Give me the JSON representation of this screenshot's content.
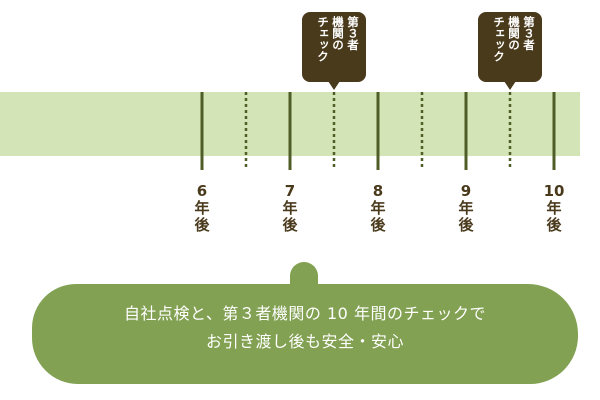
{
  "colors": {
    "band": "#d3e4b6",
    "line": "#4f5e26",
    "badge": "#4a3a1c",
    "label": "#4a3a1c",
    "message_bg": "#82a152",
    "message_text": "#ffffff"
  },
  "timeline": {
    "year_labels": [
      "6\n年\n後",
      "7\n年\n後",
      "8\n年\n後",
      "9\n年\n後",
      "10\n年\n後"
    ],
    "solid_marks": [
      6,
      7,
      8,
      9,
      10
    ],
    "dotted_marks": [
      6.5,
      7.5,
      8.5,
      9.5
    ]
  },
  "badges": [
    {
      "text": "第３者\n機関の\nチェック",
      "at": 7.5
    },
    {
      "text": "第３者\n機関の\nチェック",
      "at": 9.5
    }
  ],
  "message": {
    "line1": "自社点検と、第３者機関の 10 年間のチェックで",
    "line2": "お引き渡し後も安全・安心"
  }
}
